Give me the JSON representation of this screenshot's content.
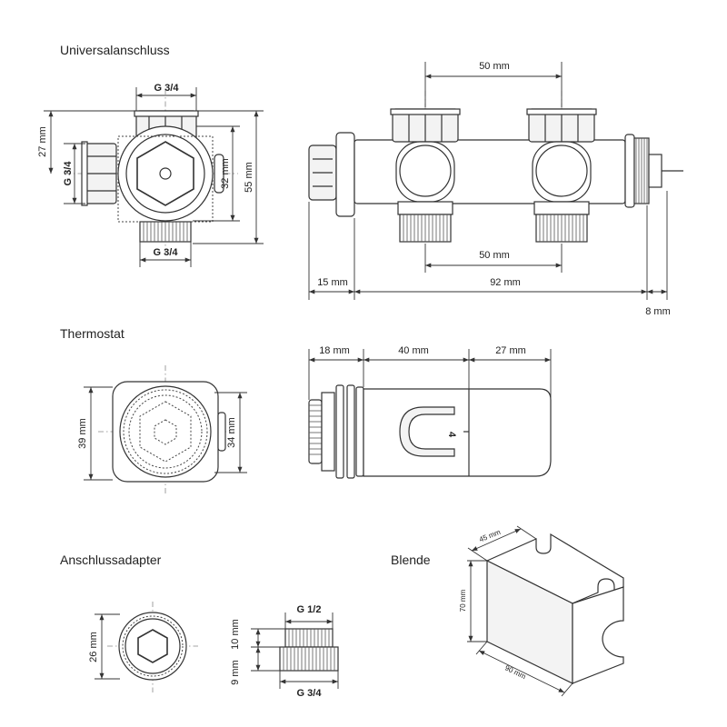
{
  "titles": {
    "universal": "Universalanschluss",
    "thermostat": "Thermostat",
    "adapter": "Anschlussadapter",
    "blende": "Blende"
  },
  "universal_side": {
    "top_thread": "G 3/4",
    "left_thread": "G 3/4",
    "bottom_thread": "G 3/4",
    "dim_27": "27 mm",
    "dim_32": "32 mm",
    "dim_55": "55 mm"
  },
  "universal_front": {
    "dim_top_50": "50 mm",
    "dim_bottom_50": "50 mm",
    "dim_15": "15 mm",
    "dim_92": "92 mm",
    "dim_8": "8 mm"
  },
  "thermostat": {
    "dim_39": "39 mm",
    "dim_34": "34 mm",
    "dim_18": "18 mm",
    "dim_40": "40 mm",
    "dim_27": "27 mm",
    "scale_mark": "4"
  },
  "adapter": {
    "dim_26": "26 mm",
    "thread_top": "G 1/2",
    "thread_bottom": "G 3/4",
    "dim_10": "10 mm",
    "dim_9": "9 mm"
  },
  "blende": {
    "dim_45": "45 mm",
    "dim_70": "70 mm",
    "dim_90": "90 mm"
  }
}
